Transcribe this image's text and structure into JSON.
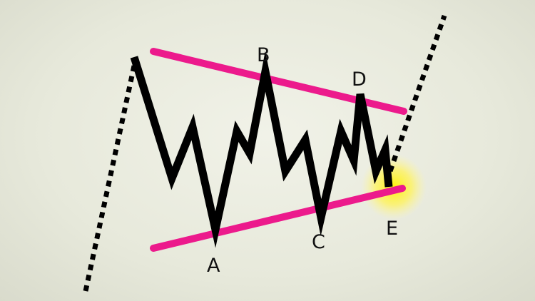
{
  "diagram": {
    "wave_labels": {
      "a": "A",
      "b": "B",
      "c": "C",
      "d": "D",
      "e": "E"
    },
    "colors": {
      "background": "#e8eadc",
      "price_line": "#000000",
      "trendline": "#ec1a8c",
      "highlight": "#fff200",
      "label": "#111111"
    }
  }
}
